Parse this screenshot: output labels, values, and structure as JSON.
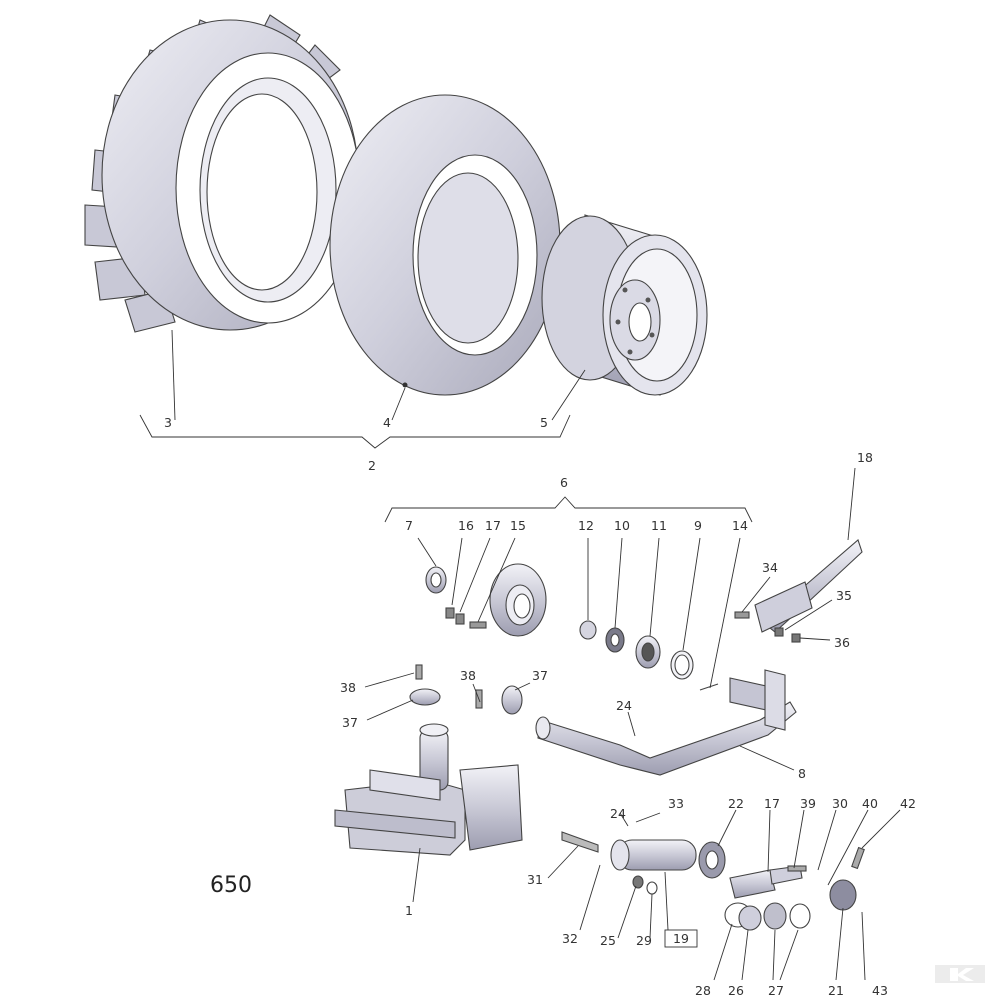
{
  "diagram": {
    "drawing_number": "650",
    "colors": {
      "part_fill": "#d9d9e3",
      "part_shade": "#b9b9c8",
      "outline": "#444444",
      "text": "#333333"
    },
    "callouts": {
      "c1": "1",
      "c2": "2",
      "c3": "3",
      "c4": "4",
      "c5": "5",
      "c6": "6",
      "c7": "7",
      "c8": "8",
      "c9": "9",
      "c10": "10",
      "c11": "11",
      "c12": "12",
      "c14": "14",
      "c15": "15",
      "c16": "16",
      "c17a": "17",
      "c17b": "17",
      "c18": "18",
      "c19": "19",
      "c21": "21",
      "c22": "22",
      "c24a": "24",
      "c24b": "24",
      "c25": "25",
      "c26": "26",
      "c27a": "27",
      "c28": "28",
      "c29": "29",
      "c30": "30",
      "c31": "31",
      "c32": "32",
      "c33": "33",
      "c34": "34",
      "c35": "35",
      "c36": "36",
      "c37a": "37",
      "c37b": "37",
      "c38a": "38",
      "c38b": "38",
      "c39": "39",
      "c40": "40",
      "c42": "42",
      "c43": "43"
    }
  }
}
